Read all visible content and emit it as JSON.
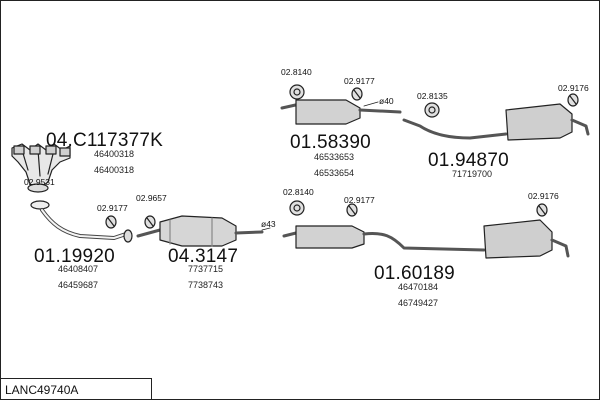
{
  "diagram_code": "LANC49740A",
  "parts": [
    {
      "number": "04.C117377K",
      "refs": [
        "46400318",
        "46400318"
      ]
    },
    {
      "number": "01.19920",
      "refs": [
        "46408407",
        "46459687"
      ]
    },
    {
      "number": "04.3147",
      "refs": [
        "7737715",
        "7738743"
      ]
    },
    {
      "number": "01.58390",
      "refs": [
        "46533653",
        "46533654"
      ]
    },
    {
      "number": "01.94870",
      "refs": [
        "71719700"
      ]
    },
    {
      "number": "01.60189",
      "refs": [
        "46470184",
        "46749427"
      ]
    }
  ],
  "clamps": [
    "02.8140",
    "02.9177",
    "02.8135",
    "02.9176",
    "02.9531",
    "02.9177",
    "02.9657",
    "02.8140",
    "02.9177",
    "02.9176"
  ],
  "pipe_diameters": [
    "ø40",
    "ø43"
  ]
}
